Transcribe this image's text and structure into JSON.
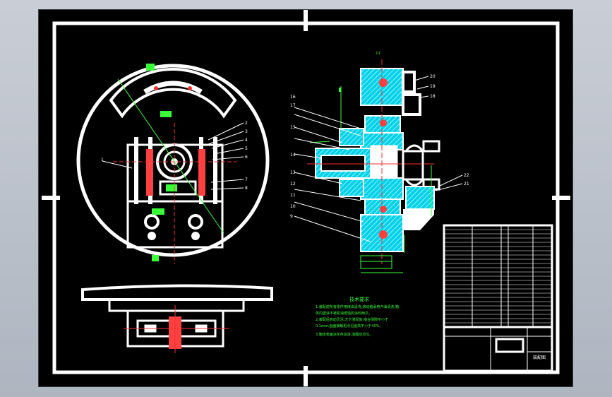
{
  "drawing": {
    "tech_title": "技术要求",
    "notes": [
      "1.装配前所有零件用煤油清洗,滚动轴承用汽油清洗,箱",
      "体内壁涂不被机油侵蚀的涂料两次。",
      "2.装配后转动灵活,无卡滞现象,啮合侧隙不小于",
      "0.1mm,齿面接触斑点沿齿高不小于40%。",
      "3.箱体表面涂灰色油漆,漆膜应均匀。"
    ],
    "section_label": "I-I",
    "callouts_right_left": [
      "16",
      "17",
      "15",
      "14",
      "13",
      "12",
      "11",
      "10",
      "9"
    ],
    "callouts_right_right": [
      "20",
      "19",
      "18",
      "22",
      "21"
    ],
    "callouts_left": [
      "1",
      "2",
      "3",
      "4",
      "5",
      "6",
      "7",
      "8"
    ],
    "title_block_name": "装配图",
    "colors": {
      "line": "#ffffff",
      "annotation": "#39ff39",
      "center": "#ff3030",
      "hatch": "#00cfe8"
    }
  }
}
